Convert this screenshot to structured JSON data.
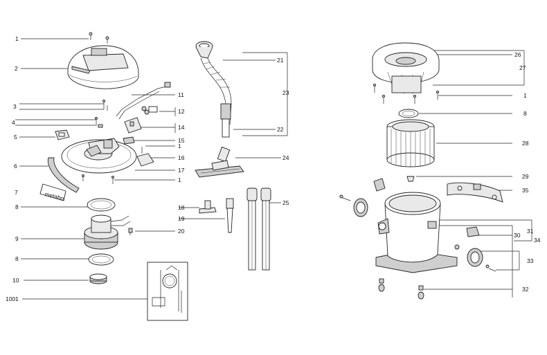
{
  "labels": {
    "l1a": "1",
    "l2": "2",
    "l3": "3",
    "l4": "4",
    "l5": "5",
    "l6": "6",
    "l7": "7",
    "l8a": "8",
    "l9": "9",
    "l8b": "8",
    "l10": "10",
    "l1001": "1001",
    "l11": "11",
    "l12": "12",
    "l14": "14",
    "l15": "15",
    "l1b": "1",
    "l16": "16",
    "l17": "17",
    "l1c": "1",
    "l18": "18",
    "l19": "19",
    "l20": "20",
    "l21": "21",
    "l23": "23",
    "l22": "22",
    "l24": "24",
    "l25": "25",
    "l26": "26",
    "l27": "27",
    "l1d": "1",
    "l8c": "8",
    "l28": "28",
    "l29": "29",
    "l35": "35",
    "l31": "31",
    "l30": "30",
    "l34": "34",
    "l33": "33",
    "l32": "32"
  },
  "brand_text": "metabo"
}
